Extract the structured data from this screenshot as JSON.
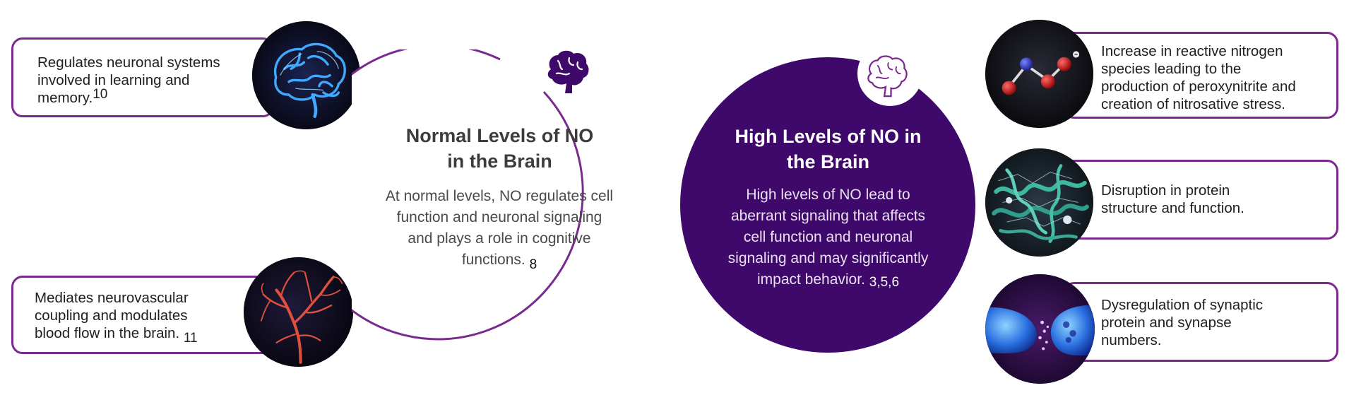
{
  "normal": {
    "title_line1": "Normal Levels of NO",
    "title_line2": "in the Brain",
    "body_lines": [
      "At normal levels, NO regulates cell",
      "function and neuronal signaling",
      "and plays a role in cognitive",
      "functions."
    ],
    "ref": "8"
  },
  "high": {
    "title_line1": "High Levels of NO in",
    "title_line2": "the Brain",
    "body_lines": [
      "High levels of NO lead to",
      "aberrant signaling that affects",
      "cell function and neuronal",
      "signaling and may significantly",
      "impact behavior."
    ],
    "ref": "3,5,6"
  },
  "left_items": [
    {
      "lines": [
        "Regulates neuronal systems",
        "involved in learning and",
        "memory."
      ],
      "ref": "10",
      "image": "glowing-brain-image"
    },
    {
      "lines": [
        "Mediates neurovascular",
        "coupling and modulates",
        "blood flow in the brain."
      ],
      "ref": "11",
      "image": "blood-vessels-image"
    }
  ],
  "right_items": [
    {
      "lines": [
        "Increase in reactive nitrogen",
        "species leading to the",
        "production of peroxynitrite and",
        "creation of nitrosative stress."
      ],
      "image": "molecule-image"
    },
    {
      "lines": [
        "Disruption in protein",
        "structure and function."
      ],
      "image": "protein-structure-image"
    },
    {
      "lines": [
        "Dysregulation of synaptic",
        "protein and synapse",
        "numbers."
      ],
      "image": "synapse-image"
    }
  ],
  "colors": {
    "purple_dark": "#3f086b",
    "purple_border": "#7a2a8f",
    "text_gray": "#444444"
  },
  "icons": [
    "brain-icon-filled",
    "brain-icon-outline"
  ]
}
